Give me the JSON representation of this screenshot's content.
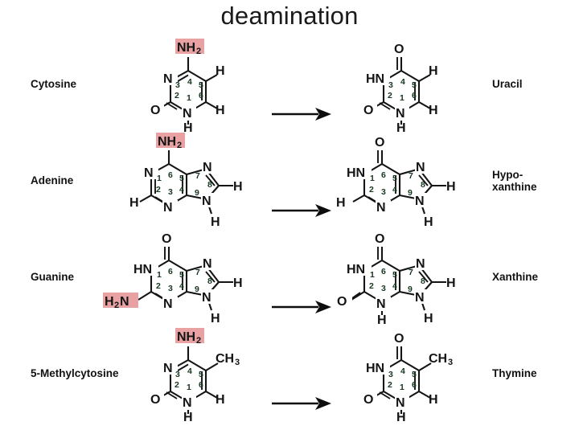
{
  "page": {
    "title": "deamination",
    "background_color": "#ffffff",
    "highlight_color": "#e9a2a4",
    "bond_color": "#141414",
    "ring_number_color": "#17361f"
  },
  "arrow": {
    "icon": "right-arrow-icon",
    "label": ""
  },
  "rows": [
    {
      "id": "cytosine-to-uracil",
      "reactant_label": "Cytosine",
      "product_label": "Uracil",
      "reactant": {
        "name": "cytosine",
        "ring_type": "pyrimidine",
        "ring_numbers": [
          "1",
          "2",
          "3",
          "4",
          "5",
          "6"
        ],
        "substituents": [
          "NH2",
          "O",
          "H",
          "H",
          "H"
        ],
        "highlighted_group": "NH2",
        "atoms": [
          "N",
          "N",
          "O",
          "H",
          "H",
          "H"
        ]
      },
      "product": {
        "name": "uracil",
        "ring_type": "pyrimidine",
        "ring_numbers": [
          "1",
          "2",
          "3",
          "4",
          "5",
          "6"
        ],
        "substituents": [
          "O",
          "O",
          "H",
          "H",
          "H"
        ],
        "highlighted_group": null,
        "atoms": [
          "HN",
          "N",
          "O",
          "O",
          "H",
          "H",
          "H"
        ]
      }
    },
    {
      "id": "adenine-to-hypoxanthine",
      "reactant_label": "Adenine",
      "product_label": "Hypo-\nxanthine",
      "product_label_line1": "Hypo-",
      "product_label_line2": "xanthine",
      "reactant": {
        "name": "adenine",
        "ring_type": "purine",
        "ring_numbers": [
          "1",
          "2",
          "3",
          "4",
          "5",
          "6",
          "7",
          "8",
          "9"
        ],
        "substituents": [
          "NH2",
          "H",
          "H",
          "H"
        ],
        "highlighted_group": "NH2",
        "atoms": [
          "N",
          "N",
          "N",
          "N",
          "H",
          "H",
          "H"
        ]
      },
      "product": {
        "name": "hypoxanthine",
        "ring_type": "purine",
        "ring_numbers": [
          "1",
          "2",
          "3",
          "4",
          "5",
          "6",
          "7",
          "8",
          "9"
        ],
        "substituents": [
          "O",
          "H",
          "H",
          "H"
        ],
        "highlighted_group": null,
        "atoms": [
          "HN",
          "N",
          "N",
          "N",
          "O",
          "H",
          "H",
          "H"
        ]
      }
    },
    {
      "id": "guanine-to-xanthine",
      "reactant_label": "Guanine",
      "product_label": "Xanthine",
      "reactant": {
        "name": "guanine",
        "ring_type": "purine",
        "ring_numbers": [
          "1",
          "2",
          "3",
          "4",
          "5",
          "6",
          "7",
          "8",
          "9"
        ],
        "substituents": [
          "O",
          "H2N",
          "H",
          "H"
        ],
        "highlighted_group": "H2N",
        "atoms": [
          "HN",
          "N",
          "N",
          "N",
          "O",
          "H",
          "H"
        ]
      },
      "product": {
        "name": "xanthine",
        "ring_type": "purine",
        "ring_numbers": [
          "1",
          "2",
          "3",
          "4",
          "5",
          "6",
          "7",
          "8",
          "9"
        ],
        "substituents": [
          "O",
          "O",
          "H",
          "H"
        ],
        "highlighted_group": null,
        "atoms": [
          "HN",
          "N",
          "N",
          "N",
          "O",
          "O",
          "H",
          "H"
        ]
      }
    },
    {
      "id": "5-methylcytosine-to-thymine",
      "reactant_label": "5-Methylcytosine",
      "product_label": "Thymine",
      "reactant": {
        "name": "5-methylcytosine",
        "ring_type": "pyrimidine",
        "ring_numbers": [
          "1",
          "2",
          "3",
          "4",
          "5",
          "6"
        ],
        "substituents": [
          "NH2",
          "CH3",
          "O",
          "H",
          "H"
        ],
        "highlighted_group": "NH2",
        "atoms": [
          "N",
          "N",
          "O",
          "H",
          "H"
        ]
      },
      "product": {
        "name": "thymine",
        "ring_type": "pyrimidine",
        "ring_numbers": [
          "1",
          "2",
          "3",
          "4",
          "5",
          "6"
        ],
        "substituents": [
          "O",
          "O",
          "CH3",
          "H",
          "H"
        ],
        "highlighted_group": null,
        "atoms": [
          "HN",
          "N",
          "O",
          "O",
          "H",
          "H"
        ]
      }
    }
  ]
}
